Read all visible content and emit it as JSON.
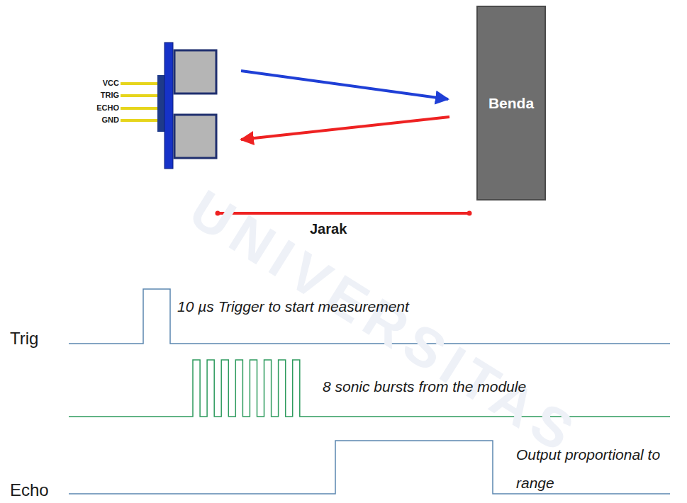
{
  "diagram": {
    "nodes": [
      {
        "text": [
          "Benda"
        ]
      }
    ],
    "edges": [],
    "labels": [
      "UNIVERSITAS",
      "VCC",
      "TRIG",
      "ECHO",
      "GND",
      "Jarak",
      "10 µs Trigger to start measurement",
      "8 sonic bursts from the module",
      "Output proportional to range",
      "Trig",
      "Echo"
    ]
  }
}
